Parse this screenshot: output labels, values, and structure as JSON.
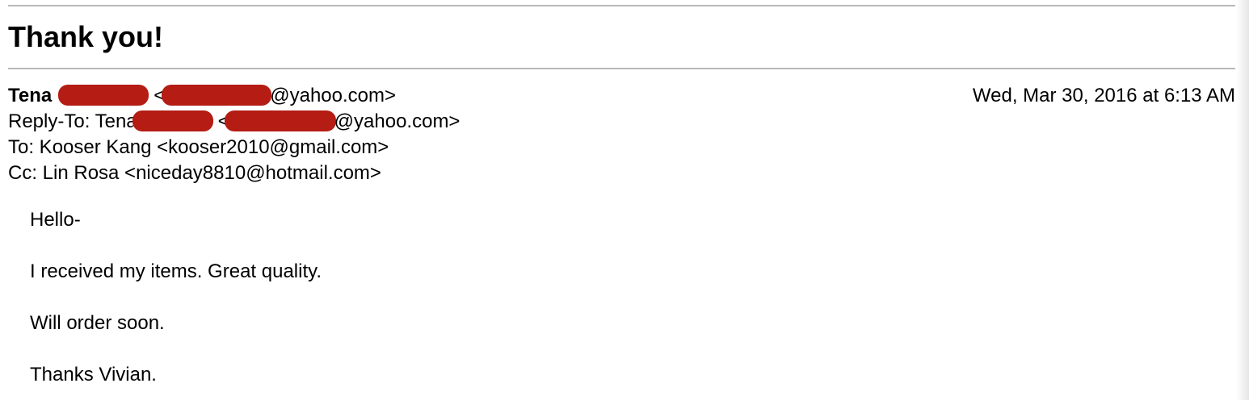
{
  "email": {
    "subject": "Thank you!",
    "from": {
      "name": "Tena",
      "open_bracket": "<",
      "domain_suffix": "@yahoo.com>"
    },
    "date": "Wed, Mar 30, 2016 at 6:13 AM",
    "reply_to": {
      "prefix": "Reply-To: Tena",
      "open_bracket": "<",
      "domain_suffix": "@yahoo.com>"
    },
    "to": "To: Kooser Kang <kooser2010@gmail.com>",
    "cc": "Cc: Lin Rosa <niceday8810@hotmail.com>",
    "body": [
      "Hello-",
      "I received my items. Great quality.",
      "Will order soon.",
      "Thanks Vivian."
    ]
  },
  "colors": {
    "redaction": "#b41c14",
    "divider": "#b8b8b8"
  }
}
